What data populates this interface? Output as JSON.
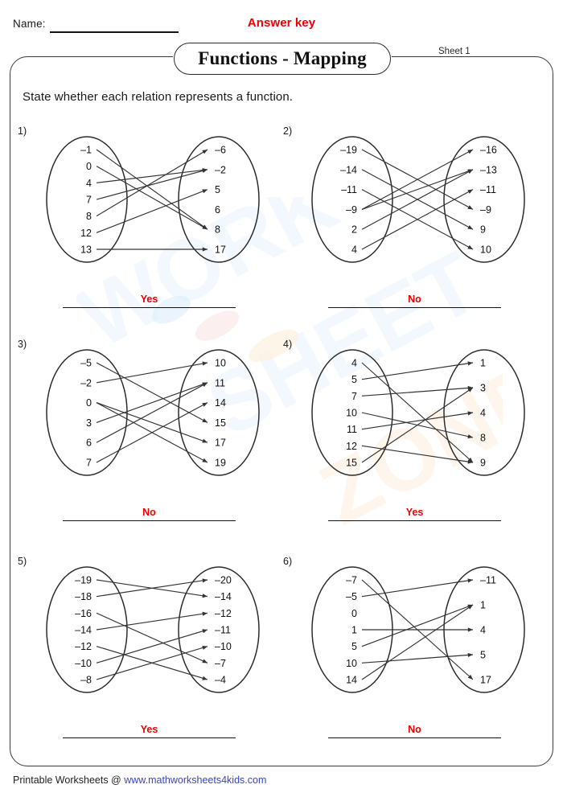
{
  "header": {
    "name_label": "Name:",
    "answer_key": "Answer key",
    "title": "Functions - Mapping",
    "sheet": "Sheet 1"
  },
  "instruction": "State whether each relation represents a function.",
  "footer": {
    "prefix": "Printable Worksheets @ ",
    "url": "www.mathworksheets4kids.com"
  },
  "colors": {
    "answer_red": "#ee0000",
    "link_blue": "#3b46c4",
    "ink": "#2c2c2c"
  },
  "problems": [
    {
      "number": "1)",
      "domain": [
        "-1",
        "0",
        "4",
        "7",
        "8",
        "12",
        "13"
      ],
      "range": [
        "-6",
        "-2",
        "5",
        "6",
        "8",
        "17"
      ],
      "edges": [
        [
          0,
          4
        ],
        [
          1,
          4
        ],
        [
          2,
          1
        ],
        [
          3,
          1
        ],
        [
          4,
          0
        ],
        [
          5,
          2
        ],
        [
          6,
          5
        ]
      ],
      "answer": "Yes"
    },
    {
      "number": "2)",
      "domain": [
        "-19",
        "-14",
        "-11",
        "-9",
        "2",
        "4"
      ],
      "range": [
        "-16",
        "-13",
        "-11",
        "-9",
        "9",
        "10"
      ],
      "edges": [
        [
          0,
          3
        ],
        [
          1,
          4
        ],
        [
          2,
          5
        ],
        [
          3,
          0
        ],
        [
          3,
          1
        ],
        [
          4,
          1
        ],
        [
          5,
          2
        ]
      ],
      "answer": "No"
    },
    {
      "number": "3)",
      "domain": [
        "-5",
        "-2",
        "0",
        "3",
        "6",
        "7"
      ],
      "range": [
        "10",
        "11",
        "14",
        "15",
        "17",
        "19"
      ],
      "edges": [
        [
          0,
          3
        ],
        [
          1,
          0
        ],
        [
          2,
          4
        ],
        [
          2,
          5
        ],
        [
          3,
          1
        ],
        [
          4,
          1
        ],
        [
          5,
          2
        ]
      ],
      "answer": "No"
    },
    {
      "number": "4)",
      "domain": [
        "4",
        "5",
        "7",
        "10",
        "11",
        "12",
        "15"
      ],
      "range": [
        "1",
        "3",
        "4",
        "8",
        "9"
      ],
      "edges": [
        [
          0,
          4
        ],
        [
          1,
          0
        ],
        [
          2,
          1
        ],
        [
          3,
          3
        ],
        [
          4,
          2
        ],
        [
          5,
          4
        ],
        [
          6,
          1
        ]
      ],
      "answer": "Yes"
    },
    {
      "number": "5)",
      "domain": [
        "-19",
        "-18",
        "-16",
        "-14",
        "-12",
        "-10",
        "-8"
      ],
      "range": [
        "-20",
        "-14",
        "-12",
        "-11",
        "-10",
        "-7",
        "-4"
      ],
      "edges": [
        [
          0,
          1
        ],
        [
          1,
          0
        ],
        [
          2,
          5
        ],
        [
          3,
          2
        ],
        [
          4,
          6
        ],
        [
          5,
          3
        ],
        [
          6,
          4
        ]
      ],
      "answer": "Yes"
    },
    {
      "number": "6)",
      "domain": [
        "-7",
        "-5",
        "0",
        "1",
        "5",
        "10",
        "14"
      ],
      "range": [
        "-11",
        "1",
        "4",
        "5",
        "17"
      ],
      "edges": [
        [
          0,
          4
        ],
        [
          1,
          0
        ],
        [
          3,
          2
        ],
        [
          4,
          1
        ],
        [
          5,
          3
        ],
        [
          6,
          1
        ]
      ],
      "answer": "No"
    }
  ]
}
